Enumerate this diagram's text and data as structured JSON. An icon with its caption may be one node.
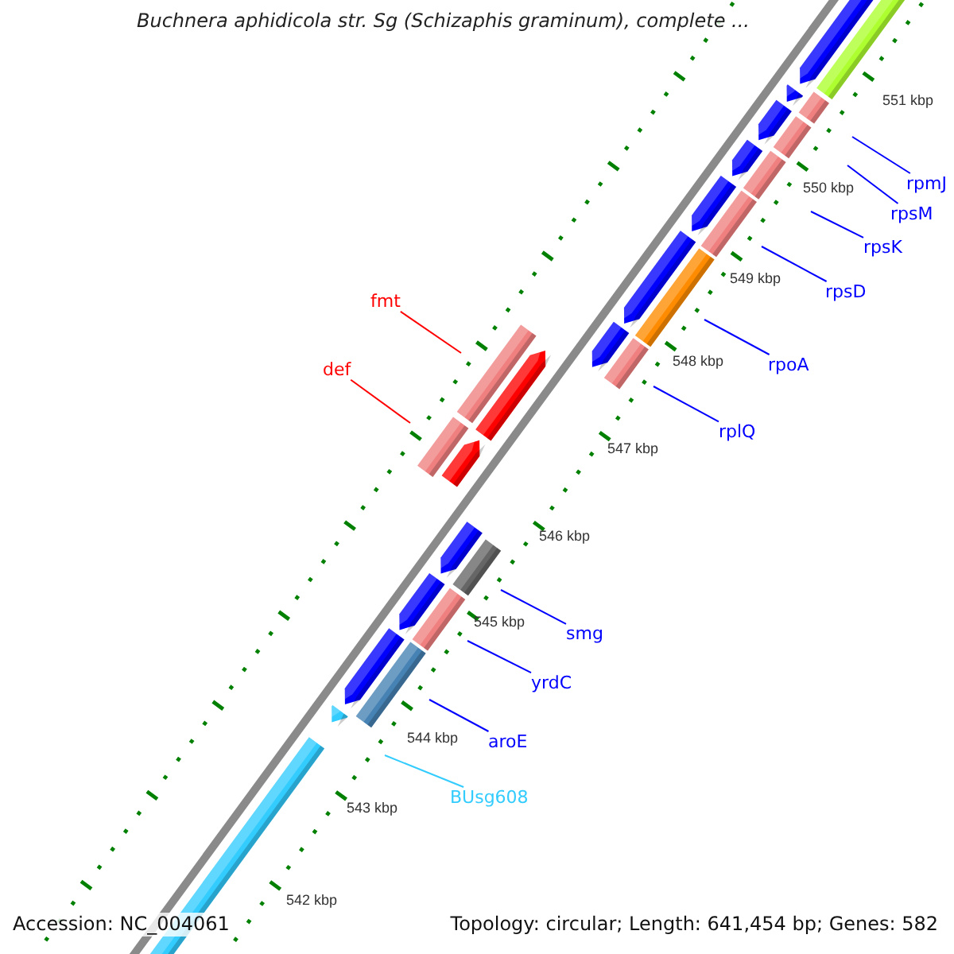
{
  "diagram": {
    "title": "Buchnera aphidicola str. Sg (Schizaphis graminum), complete ...",
    "nodes": [
      {
        "text": [
          "rpmJ"
        ]
      },
      {
        "text": [
          "rpsM"
        ]
      },
      {
        "text": [
          "rpsK"
        ]
      },
      {
        "text": [
          "rpsD"
        ]
      },
      {
        "text": [
          "fmt"
        ]
      },
      {
        "text": [
          "rpoA"
        ]
      },
      {
        "text": [
          "def"
        ]
      },
      {
        "text": [
          "rplQ"
        ]
      },
      {
        "text": [
          "smg"
        ]
      },
      {
        "text": [
          "yrdC"
        ]
      },
      {
        "text": [
          "aroE"
        ]
      },
      {
        "text": [
          "BUsg608"
        ]
      }
    ],
    "edges": [
      {
        "from": 0,
        "to": null,
        "arrow": "none"
      },
      {
        "from": 1,
        "to": null,
        "arrow": "none"
      },
      {
        "from": 2,
        "to": null,
        "arrow": "none"
      },
      {
        "from": 3,
        "to": null,
        "arrow": "none"
      },
      {
        "from": 4,
        "to": null,
        "arrow": "none",
        "color": "#ff0000"
      },
      {
        "from": 5,
        "to": null,
        "arrow": "none"
      },
      {
        "from": 6,
        "to": null,
        "arrow": "none",
        "color": "#ff0000"
      },
      {
        "from": 7,
        "to": null,
        "arrow": "none"
      },
      {
        "from": 8,
        "to": null,
        "arrow": "none"
      },
      {
        "from": 9,
        "to": null,
        "arrow": "none"
      },
      {
        "from": 10,
        "to": null,
        "arrow": "none"
      },
      {
        "from": 11,
        "to": null,
        "arrow": "none",
        "color": "#33ccff"
      }
    ],
    "labels": [
      "551 kbp",
      "550 kbp",
      "549 kbp",
      "548 kbp",
      "547 kbp",
      "546 kbp",
      "545 kbp",
      "544 kbp",
      "543 kbp",
      "542 kbp",
      "Accession: NC_004061",
      "Topology: circular; Length: 641,454 bp; Genes: 582"
    ]
  }
}
